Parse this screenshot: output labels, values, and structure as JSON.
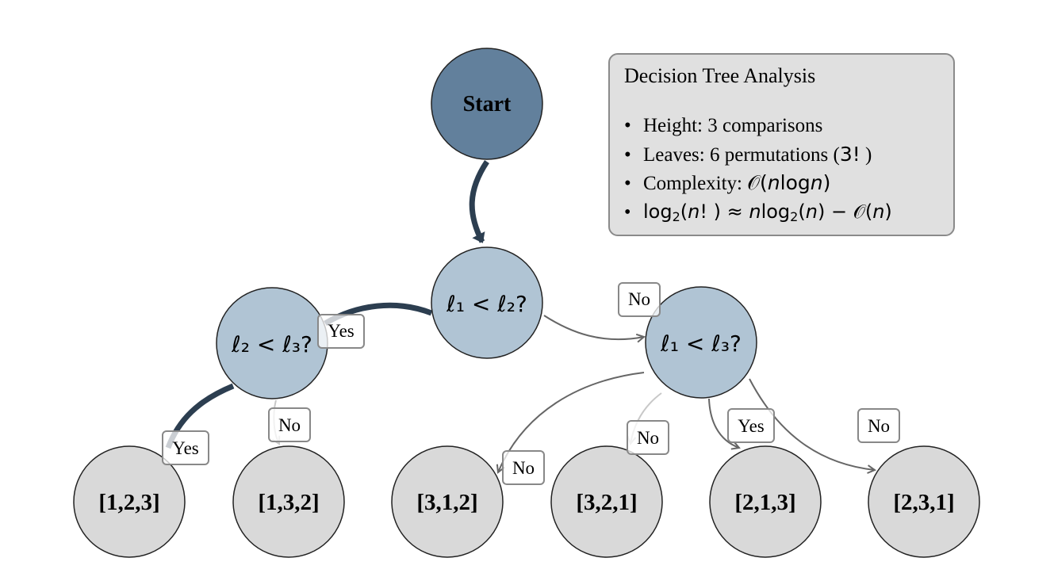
{
  "colors": {
    "start_fill": "#62809c",
    "decision_fill": "#b0c4d4",
    "leaf_fill": "#d9d9d9",
    "node_stroke": "#222222",
    "highlight_edge": "#2c3e50",
    "normal_edge": "#666666",
    "label_border": "#888888",
    "info_bg": "#e0e0e0"
  },
  "nodes": {
    "start": {
      "label": "Start"
    },
    "q12": {
      "label": "ℓ₁ < ℓ₂?",
      "left": "ℓ",
      "left_sub": "1",
      "op": " < ",
      "right": "ℓ",
      "right_sub": "2",
      "tail": "?"
    },
    "q23": {
      "label": "ℓ₂ < ℓ₃?",
      "left": "ℓ",
      "left_sub": "2",
      "op": " < ",
      "right": "ℓ",
      "right_sub": "3",
      "tail": "?"
    },
    "q13": {
      "label": "ℓ₁ < ℓ₃?",
      "left": "ℓ",
      "left_sub": "1",
      "op": " < ",
      "right": "ℓ",
      "right_sub": "3",
      "tail": "?"
    },
    "leaves": [
      {
        "label": "[1,2,3]"
      },
      {
        "label": "[1,3,2]"
      },
      {
        "label": "[3,1,2]"
      },
      {
        "label": "[3,2,1]"
      },
      {
        "label": "[2,1,3]"
      },
      {
        "label": "[2,3,1]"
      }
    ]
  },
  "edges": [
    {
      "from": "start",
      "to": "q12",
      "label": "",
      "highlighted": true
    },
    {
      "from": "q12",
      "to": "q23",
      "label": "Yes",
      "highlighted": true
    },
    {
      "from": "q12",
      "to": "q13",
      "label": "No",
      "highlighted": false
    },
    {
      "from": "q23",
      "to": "leaf0",
      "label": "Yes",
      "highlighted": true
    },
    {
      "from": "q23",
      "to": "leaf1",
      "label": "No",
      "highlighted": false
    },
    {
      "from": "q13",
      "to": "leaf2",
      "label": "No",
      "highlighted": false
    },
    {
      "from": "q13",
      "to": "leaf3",
      "label": "No",
      "highlighted": false
    },
    {
      "from": "q13",
      "to": "leaf4",
      "label": "Yes",
      "highlighted": false
    },
    {
      "from": "q13",
      "to": "leaf5",
      "label": "No",
      "highlighted": false
    }
  ],
  "info": {
    "title": "Decision Tree Analysis",
    "bullet": "•",
    "height_text": "Height: 3 comparisons",
    "leaves_text_prefix": "Leaves: 6 permutations (",
    "leaves_text_math": "3!",
    "leaves_text_suffix": " )",
    "complexity_prefix": "Complexity: ",
    "complexity_math_O": "𝒪",
    "complexity_math_open": "(",
    "complexity_math_n1": "n",
    "complexity_math_log": "log",
    "complexity_math_n2": "n",
    "complexity_math_close": ")",
    "formula": {
      "log": "log",
      "base": "2",
      "arg_open": "(",
      "arg_n": "n",
      "arg_rest": "! ) ≈ ",
      "n": "n",
      "log2": "log",
      "base2": "2",
      "paren2": "(",
      "n3": "n",
      "close2": ") − ",
      "O": "𝒪",
      "open3": "(",
      "n4": "n",
      "close3": ")"
    }
  }
}
